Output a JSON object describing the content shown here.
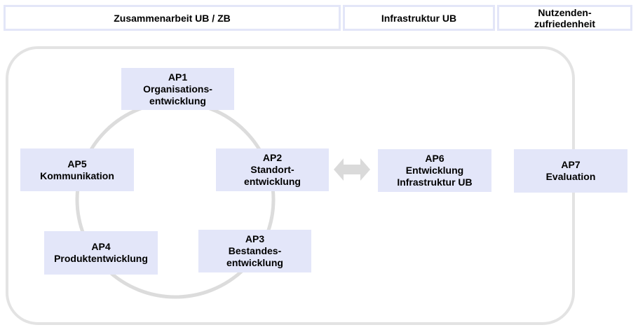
{
  "headers": {
    "zusammenarbeit": "Zusammenarbeit UB / ZB",
    "infrastruktur": "Infrastruktur UB",
    "nutzenden": "Nutzenden-\nzufriedenheit"
  },
  "packages": {
    "ap1": "AP1\nOrganisations-\nentwicklung",
    "ap2": "AP2\nStandort-\nentwicklung",
    "ap3": "AP3\nBestandes-\nentwicklung",
    "ap4": "AP4\nProduktentwicklung",
    "ap5": "AP5\nKommunikation",
    "ap6": "AP6\nEntwicklung\nInfrastruktur UB",
    "ap7": "AP7\nEvaluation"
  },
  "colors": {
    "box_fill": "#e3e6f9",
    "header_border": "#e3e6f8",
    "frame": "#e3e3e3",
    "cycle": "#dcdcdc",
    "arrow": "#dadada"
  }
}
